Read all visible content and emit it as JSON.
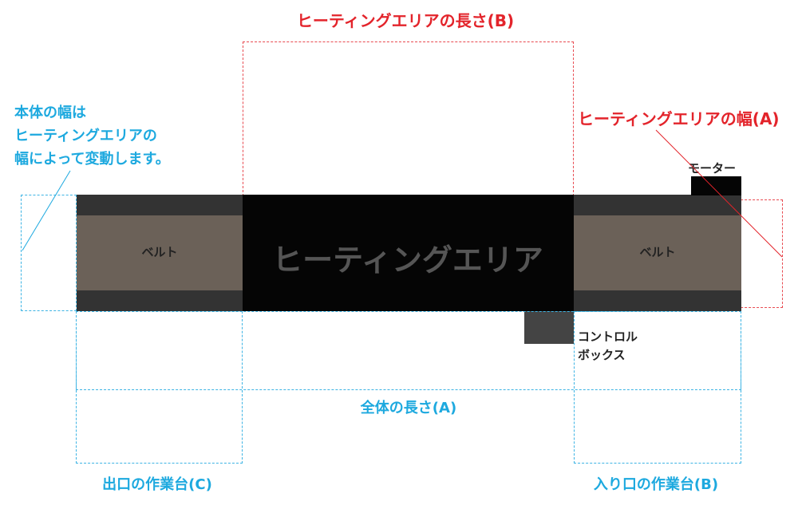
{
  "labels": {
    "heating_length": "ヒーティングエリアの長さ(B)",
    "heating_width": "ヒーティングエリアの幅(A)",
    "body_width_note": [
      "本体の幅は",
      "ヒーティングエリアの",
      "幅によって変動します。"
    ],
    "motor": "モーター",
    "belt_left": "ベルト",
    "belt_right": "ベルト",
    "heating_area": "ヒーティングエリア",
    "control_box": [
      "コントロル",
      "ボックス"
    ],
    "total_length": "全体の長さ(A)",
    "exit_table": "出口の作業台(C)",
    "entry_table": "入り口の作業台(B)"
  },
  "colors": {
    "blue_annotation": "#1da9df",
    "red_annotation": "#e3242b",
    "belt_band": "#6b6158",
    "rail": "#333333",
    "heating": "#050505",
    "heating_text": "#555555",
    "control_box": "#444444"
  }
}
